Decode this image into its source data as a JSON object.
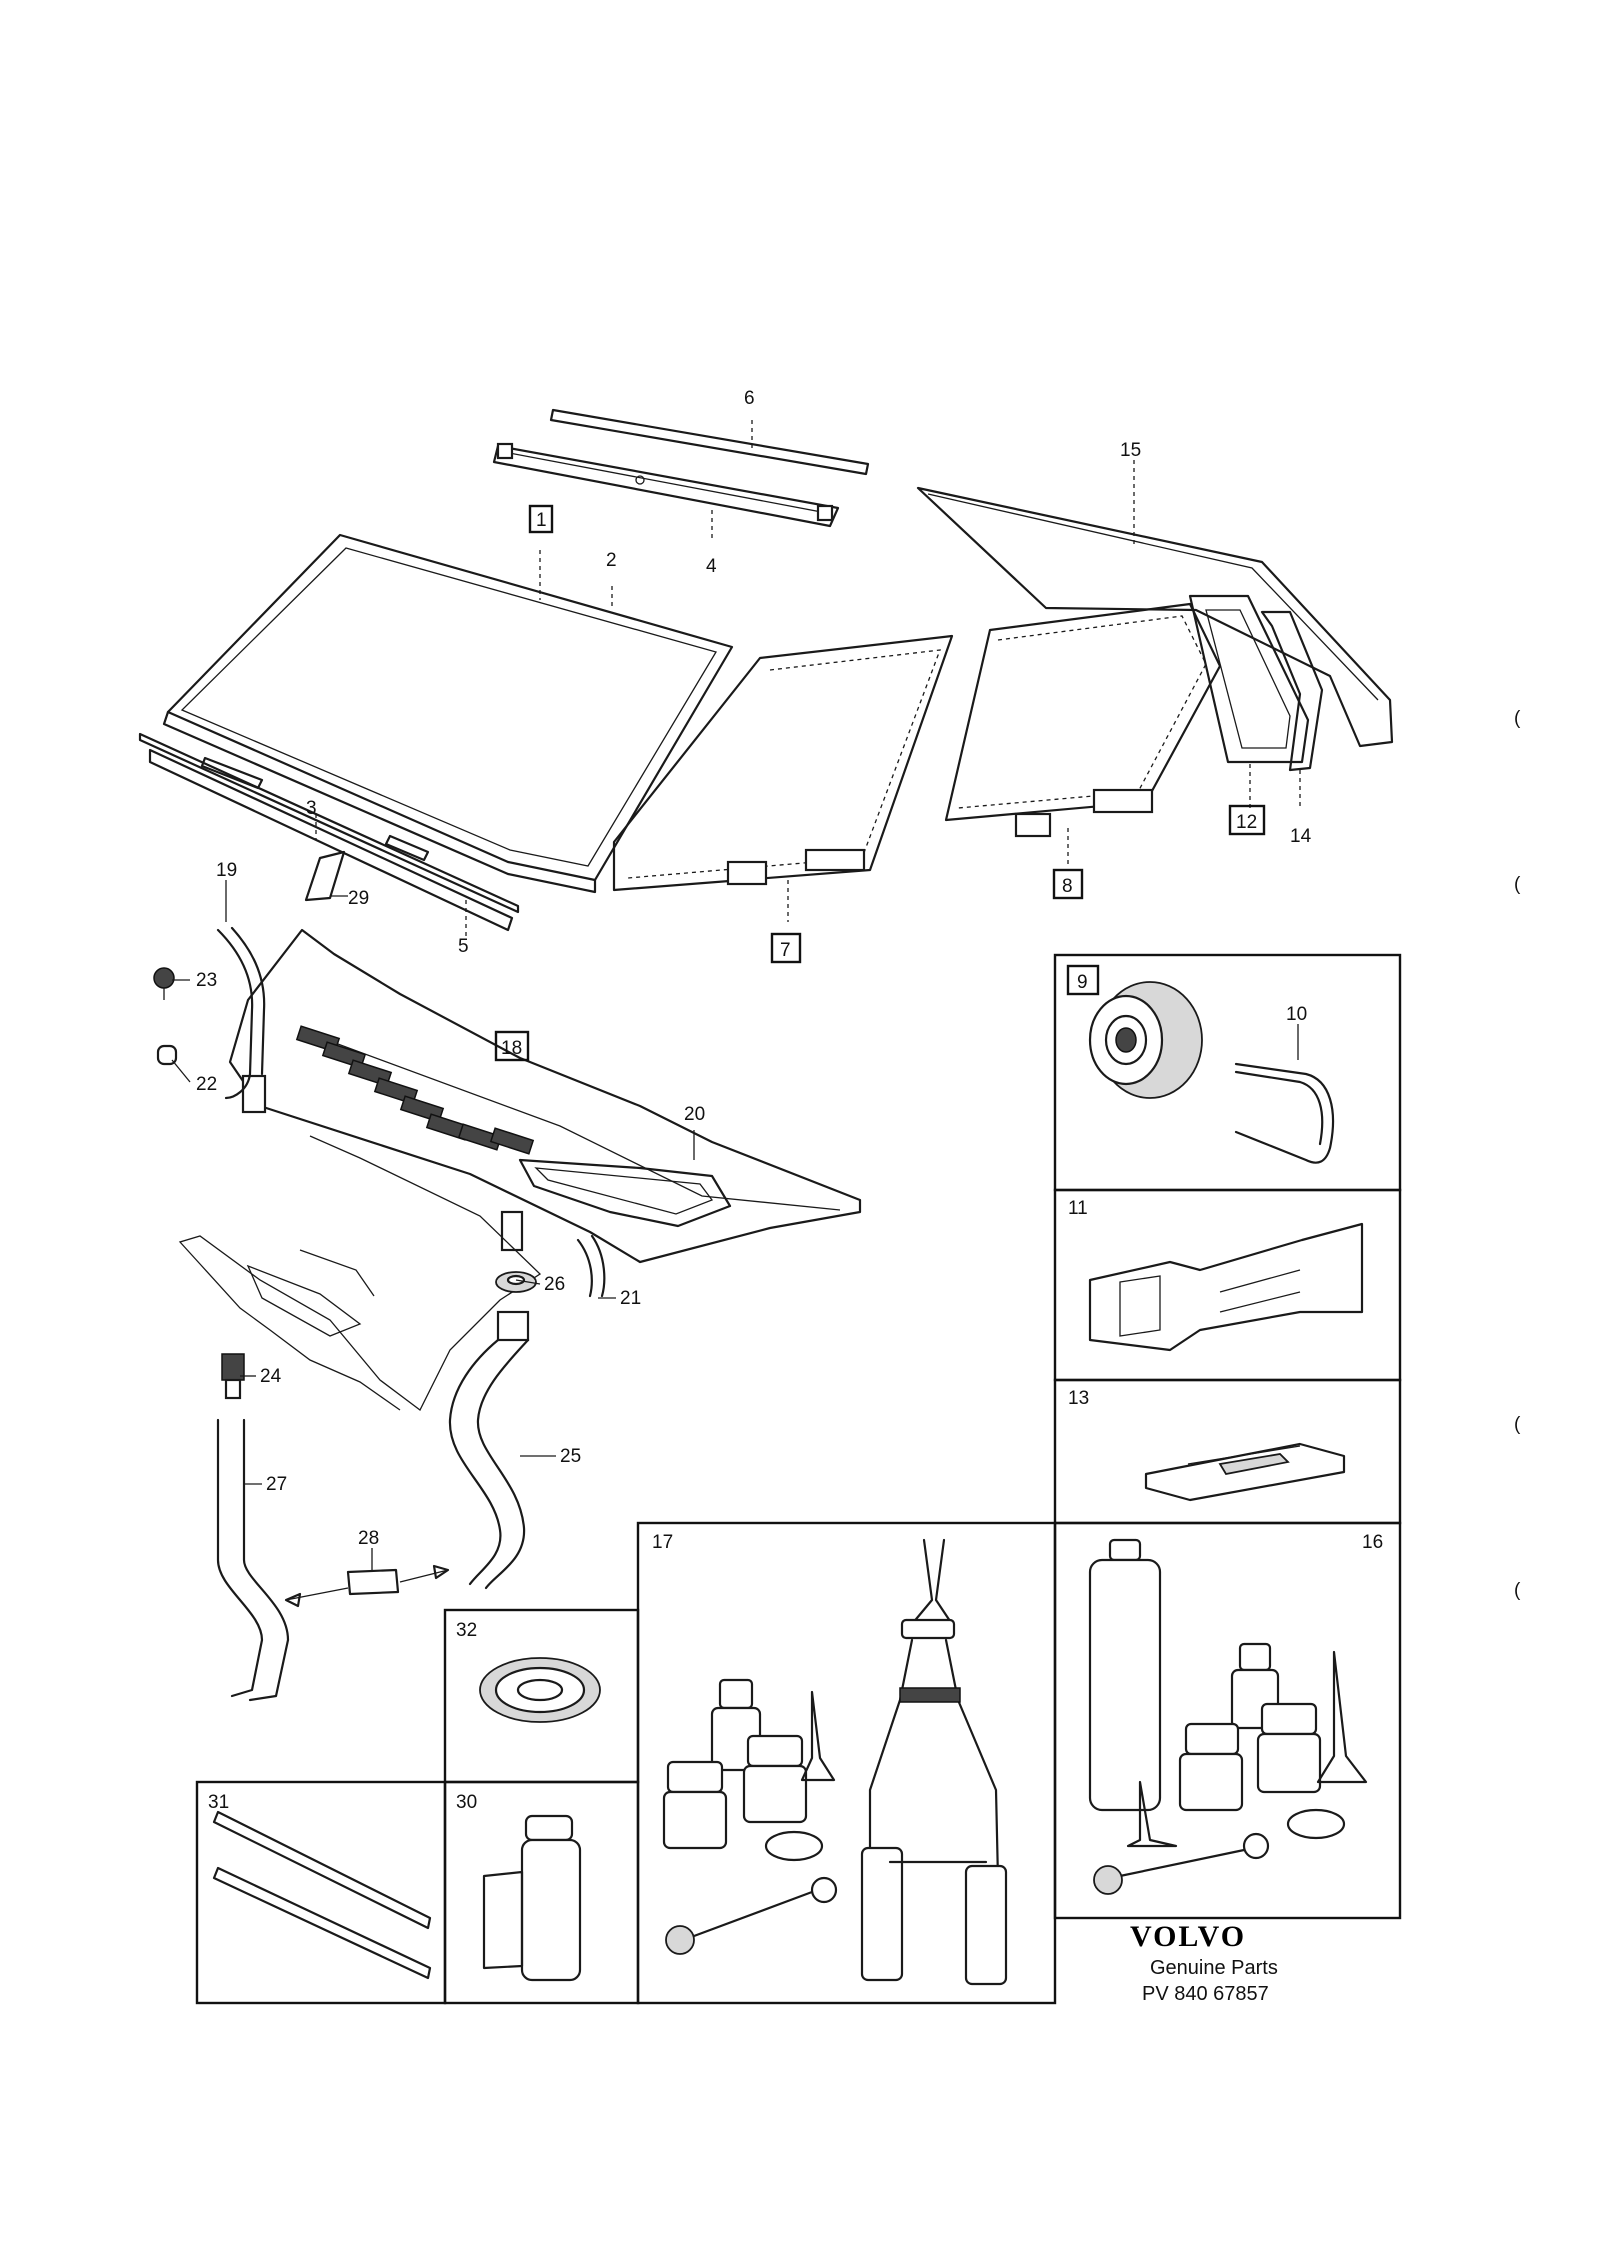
{
  "brand": {
    "name": "VOLVO",
    "tagline": "Genuine Parts",
    "code": "PV 840 67857"
  },
  "callouts": {
    "c1": "1",
    "c2": "2",
    "c3": "3",
    "c4": "4",
    "c5": "5",
    "c6": "6",
    "c7": "7",
    "c8": "8",
    "c9": "9",
    "c10": "10",
    "c11": "11",
    "c12": "12",
    "c13": "13",
    "c14": "14",
    "c15": "15",
    "c16": "16",
    "c17": "17",
    "c18": "18",
    "c19": "19",
    "c20": "20",
    "c21": "21",
    "c22": "22",
    "c23": "23",
    "c24": "24",
    "c25": "25",
    "c26": "26",
    "c27": "27",
    "c28": "28",
    "c29": "29",
    "c30": "30",
    "c31": "31",
    "c32": "32"
  },
  "margin_marks": {
    "m1": "(",
    "m2": "(",
    "m3": "(",
    "m4": "("
  }
}
